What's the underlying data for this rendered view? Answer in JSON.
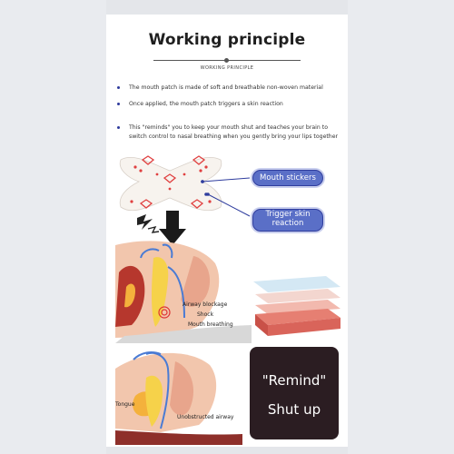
{
  "title": "Working principle",
  "subtitle": "WORKING PRINCIPLE",
  "bullets": [
    {
      "text": "The mouth patch is made of soft and breathable non-woven material"
    },
    {
      "text": "Once applied, the mouth patch triggers a skin reaction"
    },
    {
      "text": "This \"reminds\" you to keep your mouth shut and teaches your brain to switch control to nasal breathing when you gently bring your lips together"
    }
  ],
  "callouts": {
    "mouth_stickers": "Mouth stickers",
    "trigger_skin_line1": "Trigger skin",
    "trigger_skin_line2": "reaction"
  },
  "diagram_top": {
    "airway_blockage": "Airway blockage",
    "shock": "Shock",
    "mouth_breathing": "Mouth breathing"
  },
  "diagram_bottom": {
    "tongue": "Tongue",
    "unobstructed_airway": "Unobstructed airway"
  },
  "remind_box": {
    "line1": "\"Remind\"",
    "line2": "Shut up"
  },
  "colors": {
    "accent_blue": "#2f3d9e",
    "pill_fill": "#5a6fc7",
    "remind_bg": "#2b1d22",
    "strip_mark": "#e04040"
  }
}
